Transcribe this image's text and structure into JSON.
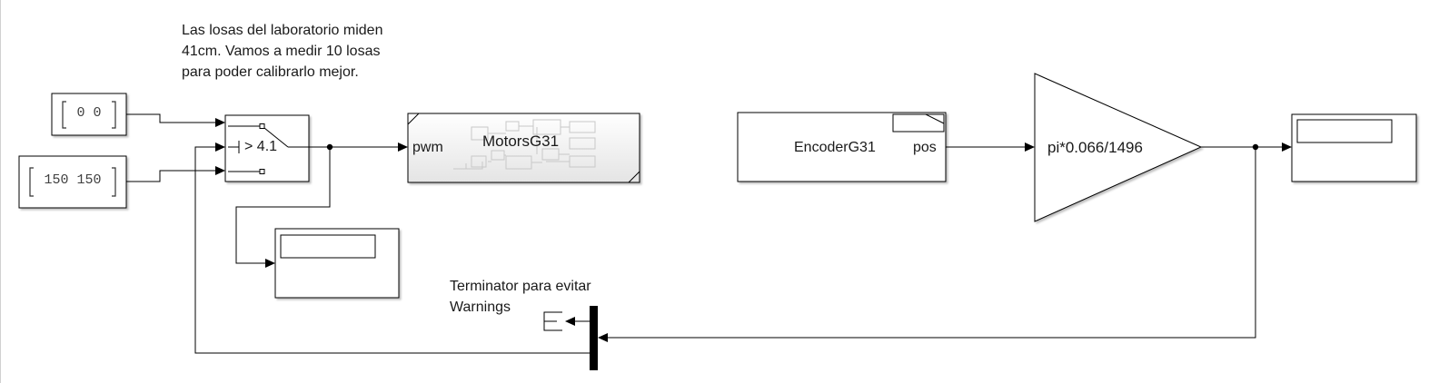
{
  "annotations": {
    "losas_note": "Las losas del laboratorio miden\n41cm. Vamos a medir 10 losas\npara poder calibrarlo mejor.",
    "terminator_note": "Terminator para evitar\nWarnings"
  },
  "blocks": {
    "constant_zero": {
      "value": "0 0"
    },
    "constant_150": {
      "value": "150 150"
    },
    "switch": {
      "threshold": "> 4.1"
    },
    "motors": {
      "port_label": "pwm",
      "name": "MotorsG31"
    },
    "encoder": {
      "name": "EncoderG31",
      "port_label": "pos"
    },
    "gain": {
      "expression": "pi*0.066/1496"
    }
  },
  "colors": {
    "wire": "#000000",
    "block_border": "#000000",
    "subsystem_fill_top": "#ffffff",
    "subsystem_fill_bottom": "#e6e6e6"
  }
}
